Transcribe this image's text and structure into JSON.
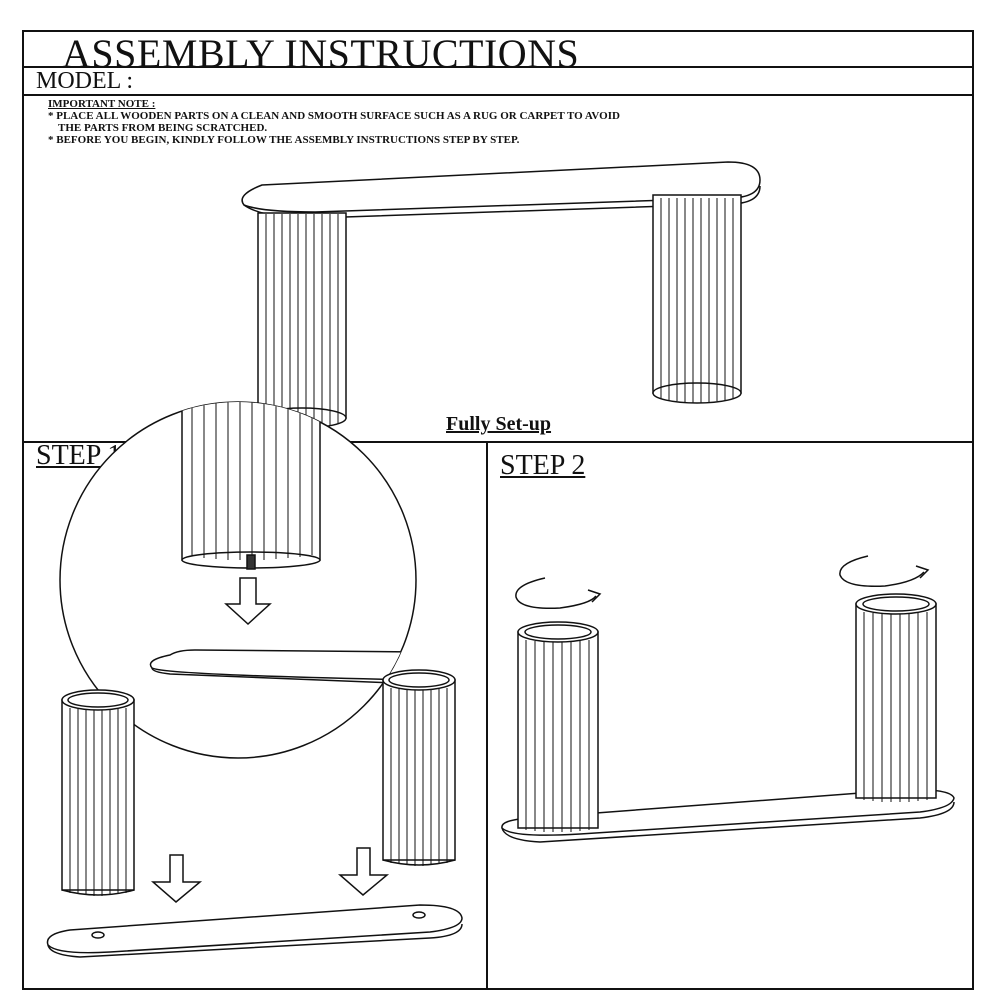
{
  "header": {
    "title": "ASSEMBLY INSTRUCTIONS",
    "model_label": "MODEL :"
  },
  "note": {
    "title": "IMPORTANT NOTE :",
    "lines": [
      "* PLACE ALL WOODEN PARTS ON A CLEAN AND SMOOTH SURFACE SUCH AS A RUG OR CARPET TO AVOID",
      "THE PARTS FROM BEING SCRATCHED.",
      "* BEFORE YOU BEGIN, KINDLY FOLLOW THE ASSEMBLY INSTRUCTIONS STEP BY STEP."
    ]
  },
  "overview": {
    "caption": "Fully Set-up"
  },
  "steps": [
    {
      "label": "STEP 1"
    },
    {
      "label": "STEP 2"
    }
  ],
  "colors": {
    "line": "#111111",
    "background": "#ffffff"
  }
}
